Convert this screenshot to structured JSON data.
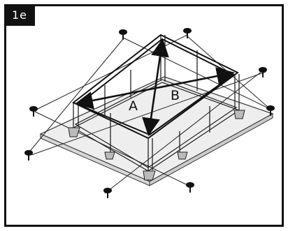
{
  "step_label": "1e",
  "diagonals": {
    "a_label": "A",
    "b_label": "B"
  },
  "colors": {
    "ink": "#111111",
    "panel": "#efefef",
    "frame_fill": "#d9d9d9"
  }
}
